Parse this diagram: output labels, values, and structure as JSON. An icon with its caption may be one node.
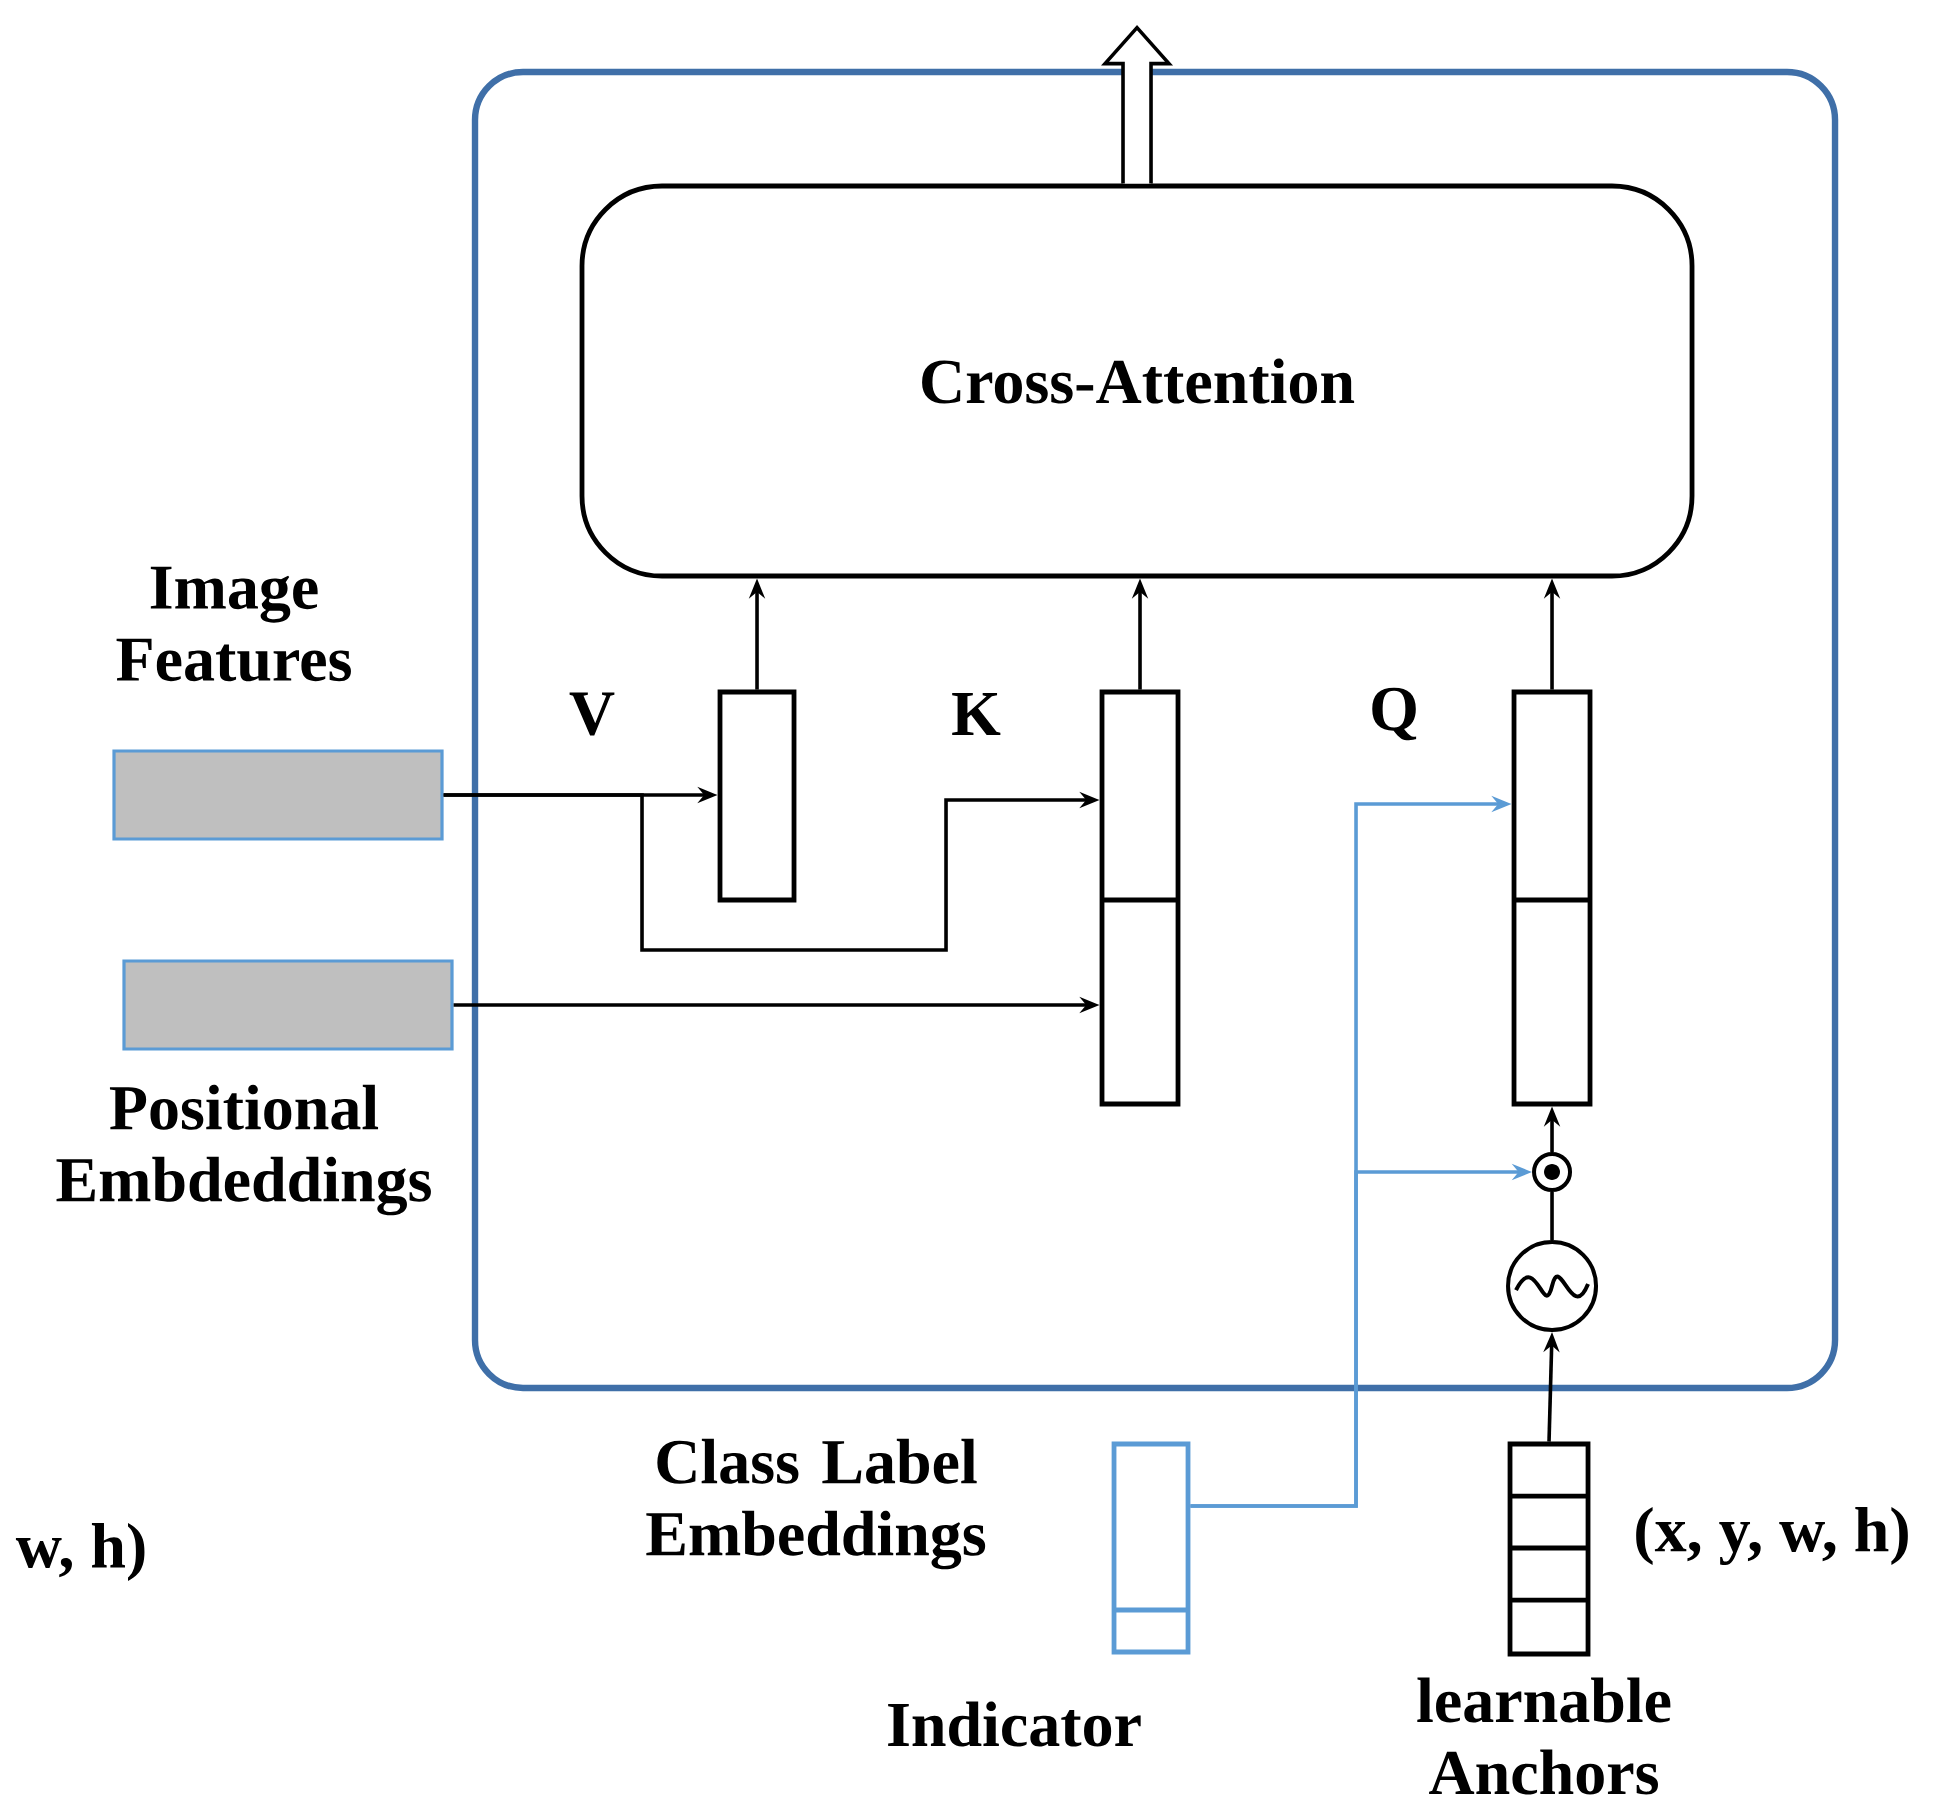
{
  "diagram": {
    "nodes": [
      {
        "text": [],
        "shape": "box"
      },
      {
        "text": [
          "Cross-Attention"
        ],
        "in": 0
      },
      {
        "text": [
          "Image Features"
        ]
      },
      {
        "text": [
          "Positional Embdeddings"
        ]
      },
      {
        "text": [
          "V"
        ],
        "in": 0
      },
      {
        "text": [
          "K"
        ],
        "in": 0
      },
      {
        "text": [
          "Q"
        ],
        "in": 0
      },
      {
        "text": [],
        "shape": "circle",
        "in": 0
      },
      {
        "text": [],
        "shape": "circle",
        "in": 0
      },
      {
        "text": [
          "Class Label Embeddings",
          "Indicator"
        ]
      },
      {
        "text": [
          "learnable Anchors"
        ],
        "beside": [
          "(x, y, w, h)"
        ]
      }
    ],
    "edges": [
      {
        "from": 1,
        "to": null,
        "arrow": "to"
      },
      {
        "from": 4,
        "to": 1,
        "arrow": "to"
      },
      {
        "from": 5,
        "to": 1,
        "arrow": "to"
      },
      {
        "from": 6,
        "to": 1,
        "arrow": "to"
      },
      {
        "from": 2,
        "to": 4,
        "arrow": "to"
      },
      {
        "from": 2,
        "to": 5,
        "arrow": "to"
      },
      {
        "from": 3,
        "to": 5,
        "arrow": "to"
      },
      {
        "from": 9,
        "to": 6,
        "arrow": "to",
        "color": "#5b9bd5"
      },
      {
        "from": 9,
        "to": 7,
        "arrow": "to",
        "color": "#5b9bd5"
      },
      {
        "from": 10,
        "to": 8,
        "arrow": "to"
      },
      {
        "from": 8,
        "to": 7,
        "arrow": "none"
      },
      {
        "from": 7,
        "to": 6,
        "arrow": "to"
      }
    ],
    "labels": [
      "w, h)"
    ]
  }
}
